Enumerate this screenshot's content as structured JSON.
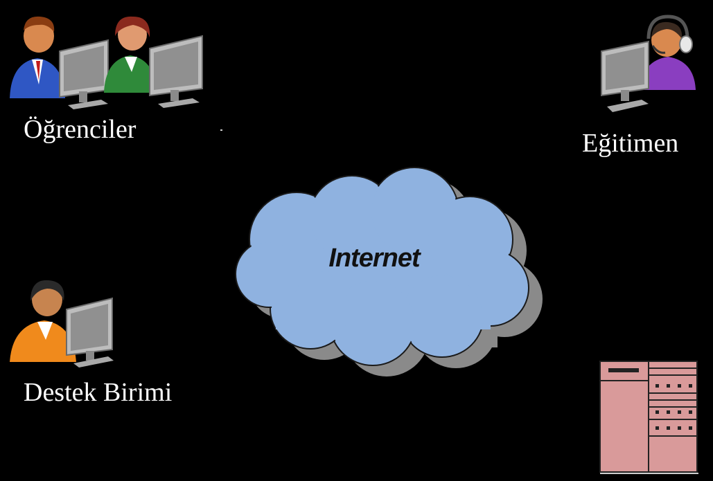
{
  "nodes": {
    "students": {
      "label": "Öğrenciler",
      "icon": "two-users-at-computers-icon"
    },
    "instructor": {
      "label": "Eğitimen",
      "icon": "headset-user-at-computer-icon"
    },
    "support": {
      "label": "Destek Birimi",
      "icon": "user-at-computer-icon"
    },
    "server": {
      "icon": "server-rack-icon"
    },
    "network": {
      "label": "Internet",
      "icon": "cloud-icon"
    }
  },
  "colors": {
    "background": "#000000",
    "label_text": "#ffffff",
    "cloud_fill": "#8fb2e0",
    "cloud_shadow": "#8a8a8a",
    "server_fill": "#d99a9a"
  }
}
